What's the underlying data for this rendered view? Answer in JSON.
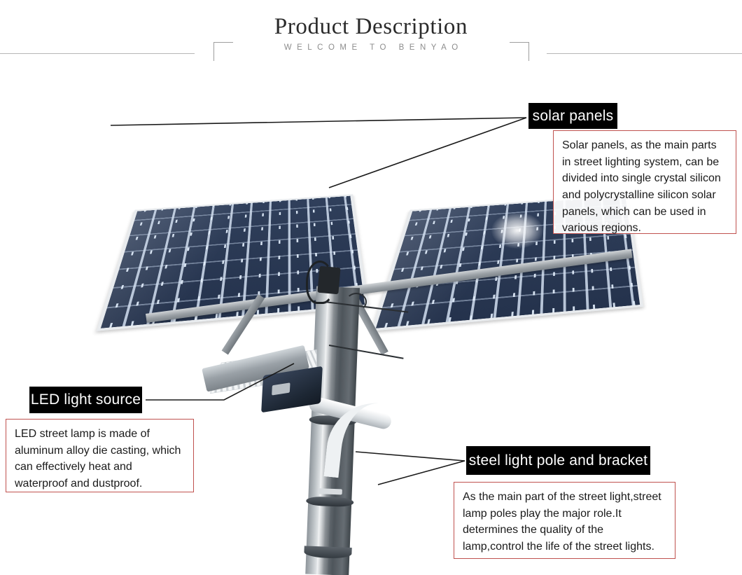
{
  "header": {
    "title": "Product Description",
    "subtitle": "WELCOME TO BENYAO",
    "rule_color": "#b6b6b6",
    "title_color": "#2b2b2b",
    "subtitle_color": "#8d8d8d"
  },
  "theme": {
    "label_background": "#000000",
    "label_text": "#ffffff",
    "desc_border": "#c0524f",
    "desc_text": "#1a1a1a",
    "panel_blue": "#2b3a56",
    "frame_silver": "#e8ebee",
    "pole_gray": "#7d848a",
    "page_background": "#ffffff"
  },
  "annotations": [
    {
      "id": "solar-panels",
      "label": "solar panels",
      "description": "Solar panels, as the main parts in street lighting system, can be divided into single crystal silicon and polycrystalline silicon solar panels, which can be used in various regions."
    },
    {
      "id": "led-light-source",
      "label": "LED light source",
      "description": "LED street lamp is made of aluminum alloy die casting, which can effectively heat and waterproof and dustproof."
    },
    {
      "id": "steel-light-pole",
      "label": "steel light pole and bracket",
      "description": "As the main part of the street light,street lamp poles play the major role.It determines the quality of the lamp,control the life of the street lights."
    }
  ],
  "photo": {
    "subject": "solar-street-light",
    "components": [
      "solar panel array",
      "LED lamp head",
      "steel pole",
      "mounting bracket"
    ]
  }
}
